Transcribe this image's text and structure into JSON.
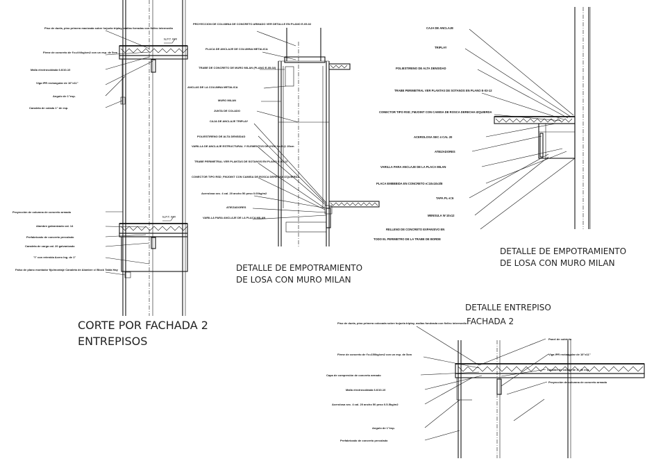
{
  "detail1": {
    "title_line1": "CORTE POR FACHADA 2",
    "title_line2": "ENTREPISOS",
    "level_top": "N.P.T. ###",
    "level_bottom": "N.P.T. ###",
    "labels": [
      "Piso de duela, pino primera macizada sobre hojuela triplay, mallas forradas con fieltro intermedio",
      "Firme de concreto de f'c=###kg/cm2 con un esp. de 5cm",
      "Malla electrosoldada 6.6/10-10",
      "Viga IPR rectangular de 10\"x11\"",
      "Angulo de 1\"esp.",
      "Canaleta de colada 1\" de esp.",
      "Proyección de columna de concreto armado",
      "Alambre galvanizado cal. 14",
      "Prefabricado de concreto precolado",
      "Canaleta de carga cal. 20 galvanizado",
      "\"I\" con retenida Acero Ing. de 1\"",
      "Falso de plano montador fijo/montaje Canaleta de Alambre c/ Block Tabla Hay"
    ]
  },
  "detail2": {
    "title_line1": "DETALLE DE EMPOTRAMIENTO",
    "title_line2": "DE LOSA CON MURO MILAN",
    "labels": [
      "PROYECCION DE COLUMNA DE CONCRETO ARMADO VER DETALLE EN PLANO E-05-02",
      "PLACA DE ANCLAJE DE COLUMNA METALICA",
      "TRABE DE CONCRETO DE MURO MILAN (PLANO E-05-02)",
      "ANCLAS DE LA COLUMNA METALICA",
      "MURO MILAN",
      "JUNTA DE COLADO",
      "CAJA DE ANCLAJE TRIPLAY",
      "POLIESTIRENO DE ALTA DENSIDAD",
      "VARILLA DE ANCLAJE ESTRUCTURAL Y ELEMENTOS DE VIGA No.5 @ 20cm",
      "TRABE PERIMETRAL VER PLANTAS DE SOTANOS EN PLANO E-03-12",
      "CONECTOR TIPO RSD_FMJOINT CON CAMISA DE ROSCA DERECHA IZQUIERDA",
      "Acerolosa sec. 4 cal. 20 ancho 50 peso 0.00kg/m2",
      "ATIEZADORES",
      "VARILLA PARA ANCLAJE DE LA PLACA MILAN"
    ]
  },
  "detail3": {
    "title_line1": "DETALLE DE EMPOTRAMIENTO",
    "title_line2": "DE LOSA CON MURO MILAN",
    "labels": [
      "CAJA DE ANCLAJE",
      "TRIPLAY",
      "POLIESTIRENO DE ALTA DENSIDAD",
      "TRABE PERIMETRAL VER PLANTAS DE SOTANOS EN PLANO E-03-12",
      "CONECTOR TIPO RSD_FMJOINT CON CAMISA DE ROSCA DERECHA IZQUIERDA",
      "ACEROLOSA SEC 4 CAL 20",
      "ATIEZADORES",
      "VARILLA PARA ANCLAJE DE LA PLACA MILAN",
      "PLACA EMBEBIDA EN CONCRETO e=10x10x3/8",
      "TAPA PL e=6",
      "MENSULA W 10x12",
      "RELLENO DE CONCRETO EXPANSIVO EN",
      "TODO EL PERIMETRO DE LA TRABE DE BORDE"
    ]
  },
  "detail4": {
    "title_line1": "DETALLE ENTREPISO",
    "title_line2": "FACHADA 2",
    "labels_left": [
      "Piso de duela, pino primera colocada sobre hojuela triplay, mallas fondeada con fieltro intermedio",
      "Firme de concreto de f'c=150kg/cm2 con un esp. de 5cm",
      "Capa de compresión de concreto armado",
      "Malla electrosoldada 6.6/10-10",
      "Acerolosa sec. 4 cal. 20 ancho 50 peso 0.5-5kg/m2",
      "Angulo de 1\"esp.",
      "Prefabricado de concreto precolado"
    ],
    "labels_right": [
      "Panel de cubierta",
      "Viga IPR rectangular de 10\"x11\"",
      "Canalón de colada de 1\" de esp",
      "Proyección de columna de concreto armado"
    ]
  }
}
